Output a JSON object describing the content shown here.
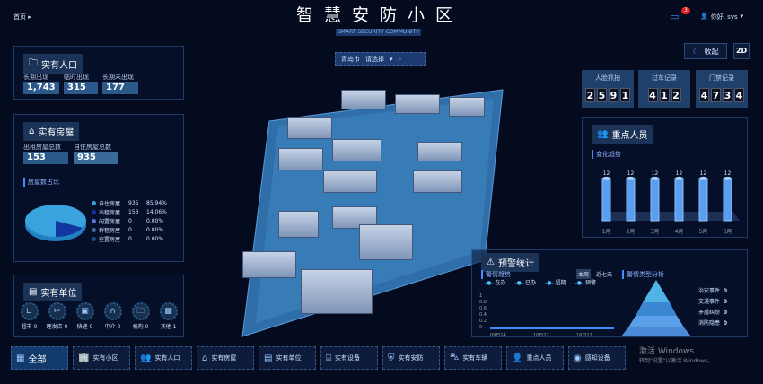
{
  "header": {
    "home": "首页",
    "title": "智慧安防小区",
    "subtitle": "SMART SECURITY COMMUNITY",
    "notif_count": "3",
    "user": "你好, sys"
  },
  "search": {
    "label": "青岛市",
    "select": "请选择"
  },
  "population": {
    "title": "实有人口",
    "items": [
      {
        "label": "长期出现",
        "value": "1,743"
      },
      {
        "label": "临时出现",
        "value": "315"
      },
      {
        "label": "长期未出现",
        "value": "177"
      }
    ]
  },
  "housing": {
    "title": "实有房屋",
    "items": [
      {
        "label": "出租房屋总数",
        "value": "153"
      },
      {
        "label": "自住房屋总数",
        "value": "935"
      }
    ],
    "ratio_title": "房屋数占比",
    "legend": [
      {
        "name": "自住房屋",
        "count": "935",
        "pct": "85.94%",
        "color": "#3aa0e0"
      },
      {
        "name": "出租房屋",
        "count": "153",
        "pct": "14.06%",
        "color": "#1236a0"
      },
      {
        "name": "闲置房屋",
        "count": "0",
        "pct": "0.00%",
        "color": "#5577dd"
      },
      {
        "name": "群租房屋",
        "count": "0",
        "pct": "0.00%",
        "color": "#3a6c9a"
      },
      {
        "name": "空置房屋",
        "count": "0",
        "pct": "0.00%",
        "color": "#1a4c8a"
      }
    ]
  },
  "units": {
    "title": "实有单位",
    "items": [
      {
        "label": "超市 0",
        "icon": "basket-icon"
      },
      {
        "label": "理发店 0",
        "icon": "scissors-icon"
      },
      {
        "label": "快递 0",
        "icon": "box-icon"
      },
      {
        "label": "中介 0",
        "icon": "door-icon"
      },
      {
        "label": "机构 0",
        "icon": "folder-icon"
      },
      {
        "label": "其他 1",
        "icon": "grid-icon"
      }
    ]
  },
  "controls": {
    "collapse": "收起",
    "mode": "2D"
  },
  "stats": [
    {
      "label": "人脸抓拍",
      "value": "2591"
    },
    {
      "label": "过车记录",
      "value": "412"
    },
    {
      "label": "门禁记录",
      "value": "4734"
    }
  ],
  "key_persons": {
    "title": "重点人员",
    "sub": "变化趋势"
  },
  "chart_data": [
    {
      "type": "bar",
      "categories": [
        "1月",
        "2月",
        "3月",
        "4月",
        "5月",
        "6月"
      ],
      "values": [
        12,
        12,
        12,
        12,
        12,
        12
      ],
      "ylim": [
        0,
        14
      ]
    },
    {
      "type": "line",
      "categories": [
        "09日14",
        "10日22",
        "16日12"
      ],
      "series": [
        {
          "name": "在办",
          "values": [
            0,
            0,
            0
          ]
        },
        {
          "name": "已办",
          "values": [
            0,
            0,
            0
          ]
        },
        {
          "name": "超期",
          "values": [
            0,
            0,
            0
          ]
        },
        {
          "name": "预警",
          "values": [
            0,
            0,
            0
          ]
        }
      ],
      "yticks": [
        "1",
        "0.8",
        "0.6",
        "0.4",
        "0.2",
        "0"
      ],
      "ylim": [
        0,
        1
      ]
    }
  ],
  "alerts": {
    "title": "预警统计",
    "trend": "警情趋势",
    "tab_week": "本周",
    "tab_7": "近七天",
    "type_title": "警情类型分析",
    "legend": [
      "在办",
      "已办",
      "超期",
      "预警"
    ],
    "pyramid": [
      {
        "label": "治安事件",
        "value": "0"
      },
      {
        "label": "交通事件",
        "value": "0"
      },
      {
        "label": "矛盾纠纷",
        "value": "0"
      },
      {
        "label": "消防隐患",
        "value": "0"
      }
    ]
  },
  "nav": [
    {
      "label": "全部",
      "icon": "grid-icon"
    },
    {
      "label": "实有小区",
      "icon": "building-icon"
    },
    {
      "label": "实有人口",
      "icon": "people-icon"
    },
    {
      "label": "实有房屋",
      "icon": "house-icon"
    },
    {
      "label": "实有单位",
      "icon": "office-icon"
    },
    {
      "label": "实有设备",
      "icon": "device-icon"
    },
    {
      "label": "实有安防",
      "icon": "shield-icon"
    },
    {
      "label": "实有车辆",
      "icon": "car-icon"
    },
    {
      "label": "重点人员",
      "icon": "key-person-icon"
    },
    {
      "label": "感知设备",
      "icon": "wifi-icon"
    }
  ],
  "watermark": {
    "line1": "激活 Windows",
    "line2": "转到\"设置\"以激活 Windows。"
  }
}
